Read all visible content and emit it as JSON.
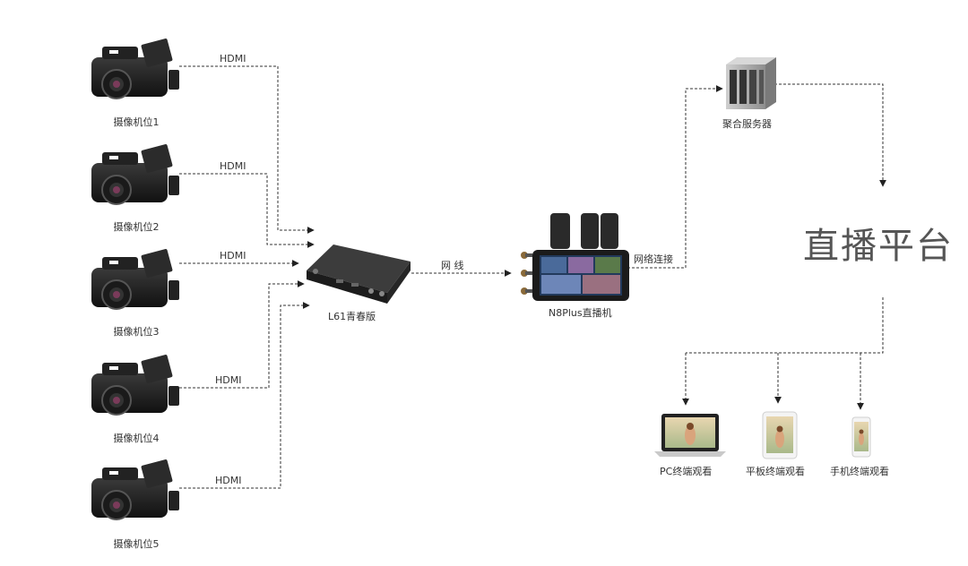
{
  "cameras": [
    {
      "label": "摄像机位1",
      "link": "HDMI"
    },
    {
      "label": "摄像机位2",
      "link": "HDMI"
    },
    {
      "label": "摄像机位3",
      "link": "HDMI"
    },
    {
      "label": "摄像机位4",
      "link": "HDMI"
    },
    {
      "label": "摄像机位5",
      "link": "HDMI"
    }
  ],
  "encoder": {
    "label": "L61青春版"
  },
  "encoder_link": "网 线",
  "streamer": {
    "label": "N8Plus直播机"
  },
  "streamer_link": "网络连接",
  "server": {
    "label": "聚合服务器"
  },
  "platform": {
    "label": "直播平台"
  },
  "terminals": [
    {
      "label": "PC终端观看"
    },
    {
      "label": "平板终端观看"
    },
    {
      "label": "手机终端观看"
    }
  ]
}
